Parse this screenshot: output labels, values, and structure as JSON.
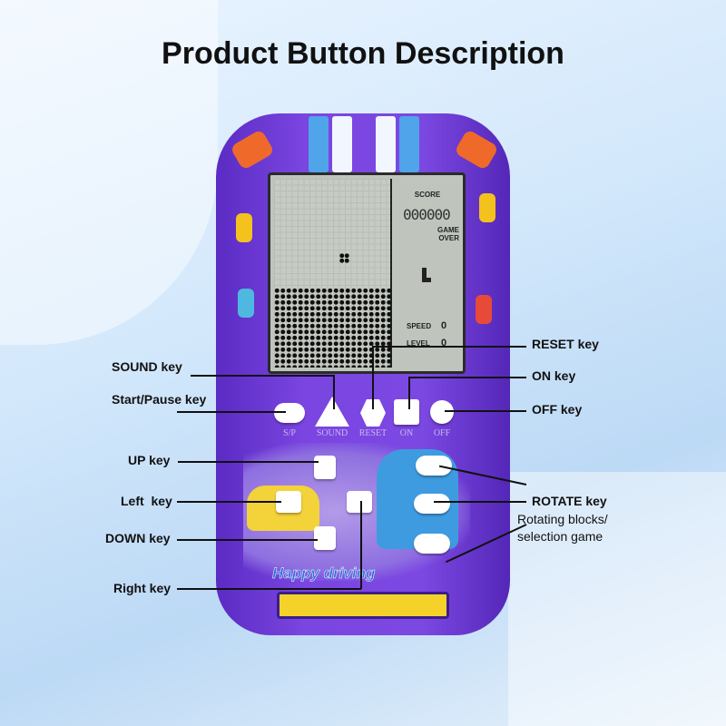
{
  "title": "Product Button Description",
  "screen": {
    "score_label": "SCORE",
    "score": "000000",
    "game_over": "GAME OVER",
    "speed_label": "SPEED",
    "speed": "0",
    "level_label": "LEVEL",
    "level": "0"
  },
  "buttons": {
    "sp": "S/P",
    "sound": "SOUND",
    "reset": "RESET",
    "on": "ON",
    "off": "OFF"
  },
  "device_text": "Happy driving",
  "labels": {
    "sound": "SOUND key",
    "start_pause": "Start/Pause key",
    "up": "UP key",
    "left": "Left  key",
    "down": "DOWN key",
    "right": "Right key",
    "reset": "RESET key",
    "on": "ON key",
    "off": "OFF key",
    "rotate": "ROTATE key",
    "rotate_desc1": "Rotating blocks/",
    "rotate_desc2": "selection game"
  },
  "colors": {
    "body": "#7a45e0",
    "accent": "#4fa4ea",
    "screen": "#c6cbc3"
  }
}
